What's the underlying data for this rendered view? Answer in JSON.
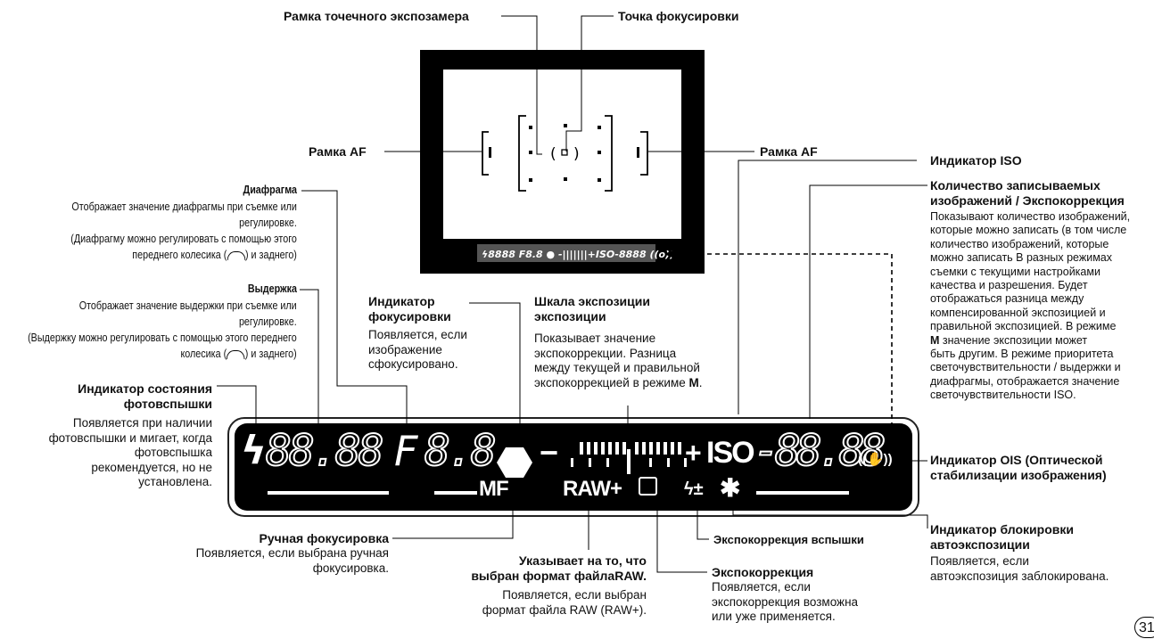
{
  "labels": {
    "spot_frame": "Рамка точечного экспозамера",
    "focus_point": "Точка фокусировки",
    "af_frame_left": "Рамка AF",
    "af_frame_right": "Рамка AF",
    "iso_indicator": "Индикатор ISO",
    "aperture_title": "Диафрагма",
    "aperture_desc": [
      "Отображает значение диафрагмы при съемке или",
      "регулировке.",
      "(Диафрагму можно регулировать с помощью этого",
      "переднего колесика (",
      ") и заднего)"
    ],
    "shutter_title": "Выдержка",
    "shutter_desc": [
      "Отображает значение выдержки при съемке или",
      "регулировке.",
      "(Выдержку можно регулировать с помощью этого переднего",
      "колесика (",
      ") и заднего)"
    ],
    "focus_ind_title": [
      "Индикатор",
      "фокусировки"
    ],
    "focus_ind_desc": [
      "Появляется, если",
      "изображение",
      "сфокусировано."
    ],
    "exposure_scale_title": [
      "Шкала экспозиции",
      "экспозиции"
    ],
    "exposure_scale_desc": [
      "Показывает значение",
      "экспокоррекции. Разница",
      "между текущей и правильной",
      "экспокоррекцией в режиме ",
      "M",
      "."
    ],
    "count_title": [
      "Количество записываемых",
      "изображений / Экспокоррекция"
    ],
    "count_desc": [
      "Показывают количество изображений,",
      "которые можно записать (в том числе",
      "количество изображений, которые",
      "можно записать В разных режимах",
      "съемки с текущими настройками",
      "качества и разрешения. Будет",
      "отображаться разница между",
      "компенсированной экспозицией и",
      "правильной экспозицией. В режиме",
      "M",
      " значение экспозиции может",
      "быть другим. В режиме приоритета",
      "светочувствительности / выдержки и",
      "диафрагмы, отображается значение",
      "светочувствительности ISO."
    ],
    "flash_title": [
      "Индикатор состояния",
      "фотовспышки"
    ],
    "flash_desc": [
      "Появляется при наличии",
      "фотовспышки и мигает, когда",
      "фотовспышка",
      "рекомендуется, но не",
      "установлена."
    ],
    "ois_title": [
      "Индикатор OIS (Оптической",
      "стабилизации изображения)"
    ],
    "manual_focus_title": "Ручная фокусировка",
    "manual_focus_desc": [
      "Появляется, если выбрана ручная",
      "фокусировка."
    ],
    "raw_title": [
      "Указывает на то, что",
      "выбран формат файлаRAW."
    ],
    "raw_desc": [
      "Появляется, если выбран",
      "формат файла RAW (RAW+)."
    ],
    "flash_comp": "Экспокоррекция вспышки",
    "exp_comp_title": "Экспокоррекция",
    "exp_comp_desc": [
      "Появляется, если",
      "экспокоррекция возможна",
      "или уже применяется."
    ],
    "ae_lock_title": [
      "Индикатор блокировки",
      "автоэкспозиции"
    ],
    "ae_lock_desc": [
      "Появляется, если",
      "автоэкспозиция заблокирована."
    ]
  },
  "lcd": {
    "flash_glyph": "ϟ",
    "shutter": "88.88",
    "aperture_prefix": "F",
    "aperture": "8.8",
    "iso_label": "ISO",
    "count": "-88.88",
    "mf": "MF",
    "raw": "RAW+",
    "plus": "+",
    "minus": "−",
    "flash_comp_glyph": "ϟ±",
    "ae_lock_glyph": "✱",
    "ois_glyph": "((✋))"
  },
  "page_number": "31"
}
